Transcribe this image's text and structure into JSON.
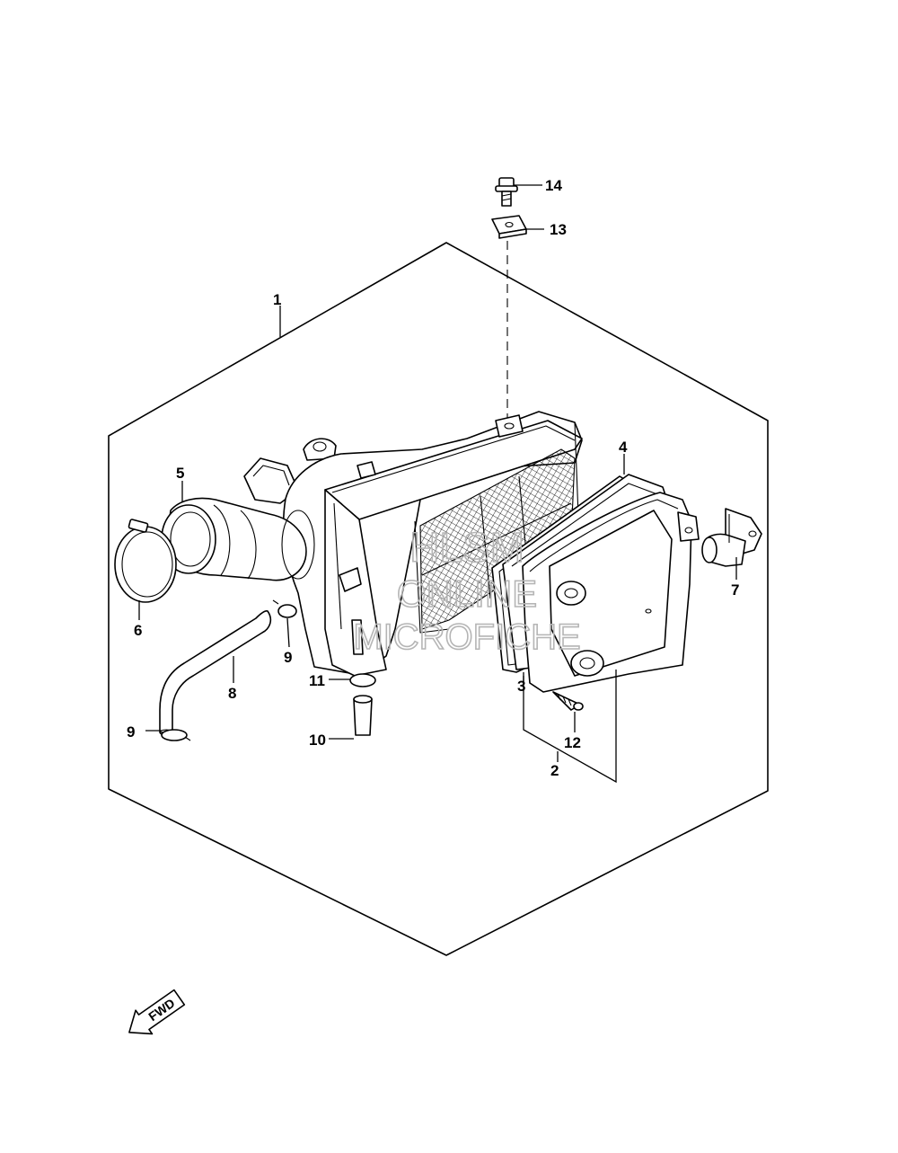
{
  "callouts": {
    "c1": "1",
    "c2": "2",
    "c3": "3",
    "c4": "4",
    "c5": "5",
    "c6": "6",
    "c7": "7",
    "c8": "8",
    "c9a": "9",
    "c9b": "9",
    "c10": "10",
    "c11": "11",
    "c12": "12",
    "c13": "13",
    "c14": "14"
  },
  "watermark": {
    "line1": "HLSM",
    "line2": "ONLINE",
    "line3": "MICROFICHE"
  },
  "fwd_label": "FWD"
}
